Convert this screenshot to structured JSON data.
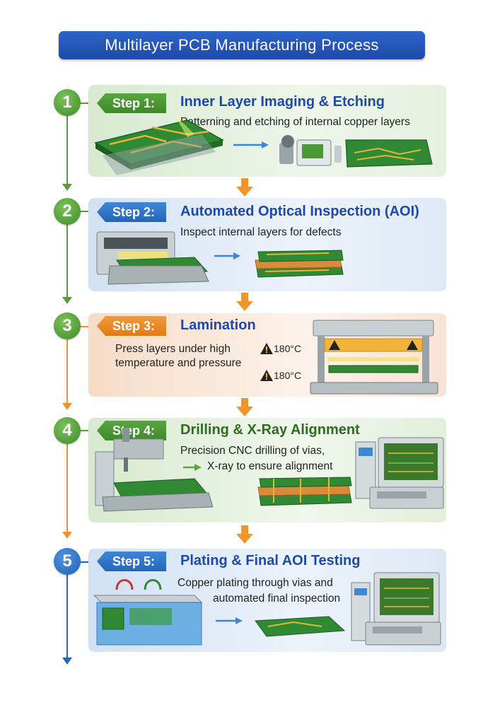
{
  "title": "Multilayer PCB Manufacturing Process",
  "steps": [
    {
      "number": "1",
      "tag": "Step 1:",
      "title": "Inner Layer Imaging & Etching",
      "description": "Patterning and etching of internal copper layers"
    },
    {
      "number": "2",
      "tag": "Step 2:",
      "title": "Automated Optical Inspection (AOI)",
      "description": "Inspect internal layers for defects"
    },
    {
      "number": "3",
      "tag": "Step 3:",
      "title": "Lamination",
      "description_line1": "Press layers under high",
      "description_line2": "temperature and pressure",
      "temp1": "180°C",
      "temp2": "180°C"
    },
    {
      "number": "4",
      "tag": "Step 4:",
      "title": "Drilling & X-Ray Alignment",
      "description_line1": "Precision CNC drilling of vias,",
      "description_line2": "X-ray to ensure alignment"
    },
    {
      "number": "5",
      "tag": "Step 5:",
      "title": "Plating & Final AOI Testing",
      "description_line1": "Copper plating through vias and",
      "description_line2": "automated final inspection"
    }
  ],
  "colors": {
    "green": "#3e8a2b",
    "blue": "#2466b8",
    "orange": "#e07b16",
    "title_blue": "#1d4aa8"
  }
}
